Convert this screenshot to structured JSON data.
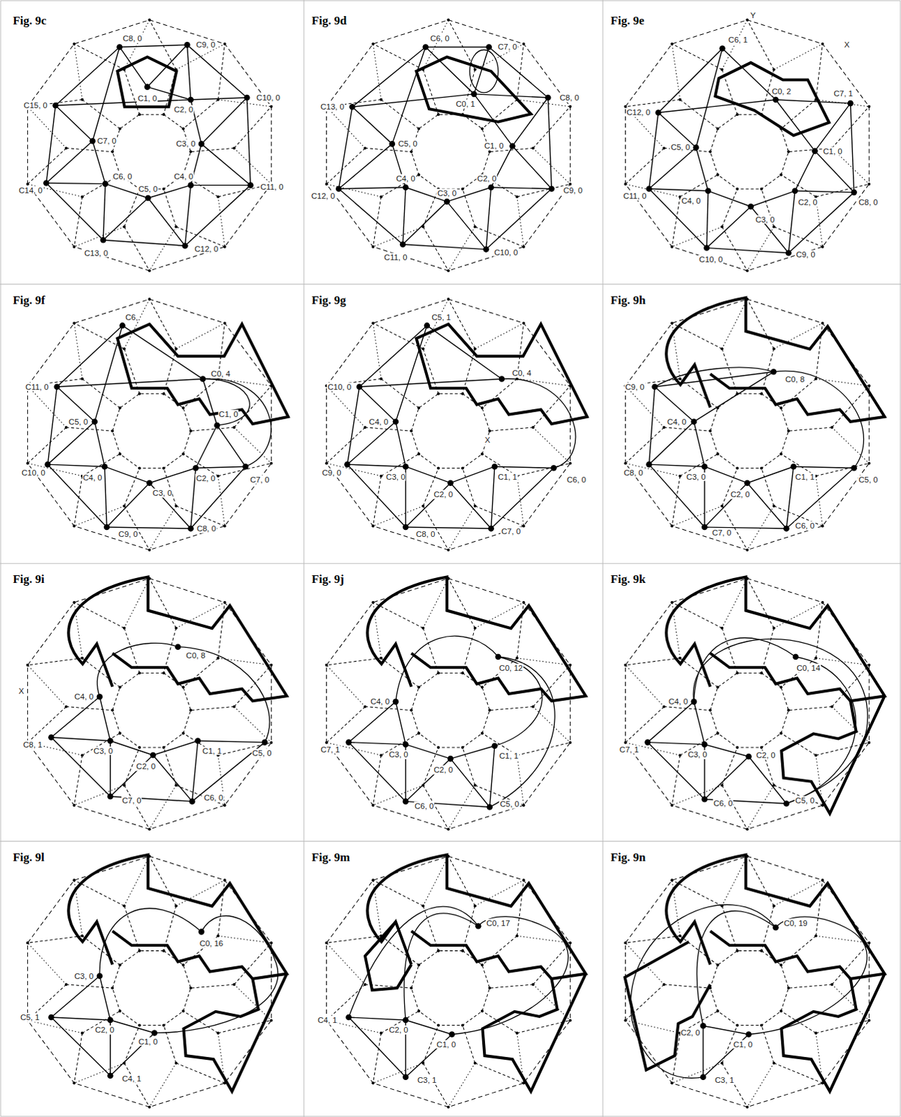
{
  "diagram": {
    "labels": [
      "Fig. 9c",
      "C8, 0",
      "C9, 0",
      "C10, 0",
      "C15, 0",
      "C1, 0",
      "C2, 0",
      "C7, 0",
      "C3, 0",
      "C6, 0",
      "C4, 0",
      "C5, 0",
      "C14, 0",
      "C11, 0",
      "C13, 0",
      "C12, 0",
      "Fig. 9d",
      "C6, 0",
      "C7, 0",
      "C13, 0",
      "C0, 1",
      "C8, 0",
      "C5, 0",
      "C1, 0",
      "C4, 0",
      "C2, 0",
      "C12, 0",
      "C3, 0",
      "C9, 0",
      "C11, 0",
      "C10, 0",
      "Fig. 9e",
      "C6, 1",
      "C0, 2",
      "C7, 1",
      "C12, 0",
      "C5, 0",
      "C1, 0",
      "C11, 0",
      "C4, 0",
      "C2, 0",
      "C8, 0",
      "C3, 0",
      "C10, 0",
      "C9, 0",
      "Y",
      "X",
      "Fig. 9f",
      "C6,",
      "C0, 4",
      "C11, 0",
      "C1, 0",
      "C5, 0",
      "C10, 0",
      "C4, 0",
      "C2, 0",
      "C7, 0",
      "C3, 0",
      "C9, 0",
      "C8, 0",
      "Fig. 9g",
      "C5, 1",
      "C0, 4",
      "C10, 0",
      "C4, 0",
      "C9, 0",
      "C3, 0",
      "C1, 1",
      "C6, 0",
      "C2, 0",
      "C8, 0",
      "C7, 0",
      "X",
      "Fig. 9h",
      "C0, 8",
      "C9, 0",
      "C4, 0",
      "C8, 0",
      "C3, 0",
      "C1, 1",
      "C5, 0",
      "C2, 0",
      "C7, 0",
      "C6, 0",
      "Fig. 9i",
      "C0, 8",
      "C4, 0",
      "C8, 1",
      "C3, 0",
      "C1, 1",
      "C5, 0",
      "C2, 0",
      "C7, 0",
      "C6, 0",
      "X",
      "Fig. 9j",
      "C0, 12",
      "C4, 0",
      "C7, 1",
      "C3, 0",
      "C1, 1",
      "C2, 0",
      "C6, 0",
      "C5, 0",
      "Fig. 9k",
      "C0, 14",
      "C4, 0",
      "C7, 1",
      "C3, 0",
      "C2, 0",
      "C6, 0",
      "C5, 0",
      "Fig. 9l",
      "C0, 16",
      "C3, 0",
      "C5, 1",
      "C2, 0",
      "C1, 0",
      "C4, 1",
      "Fig. 9m",
      "C0, 17",
      "C4, 1",
      "C2, 0",
      "C1, 0",
      "C3, 1",
      "Fig. 9n",
      "C0, 19",
      "C2, 0",
      "C1, 0",
      "C3, 1"
    ]
  }
}
